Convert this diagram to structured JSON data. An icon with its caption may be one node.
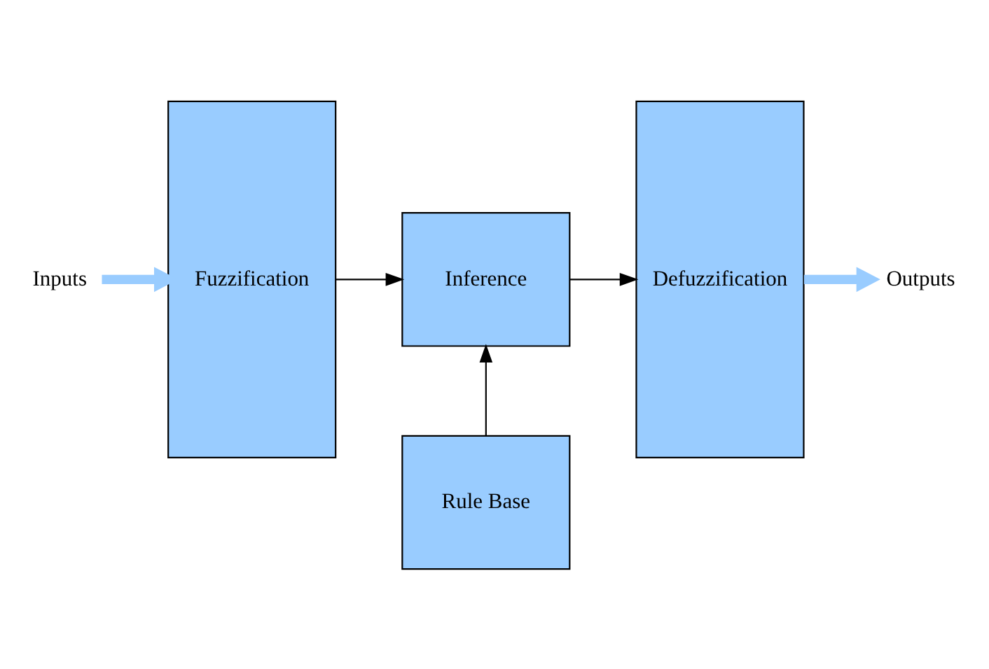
{
  "diagram": {
    "nodes": [
      {
        "text": [
          "Inputs"
        ]
      },
      {
        "text": [
          "Fuzzification"
        ]
      },
      {
        "text": [
          "Inference"
        ]
      },
      {
        "text": [
          "Defuzzification"
        ]
      },
      {
        "text": [
          "Rule Base"
        ]
      },
      {
        "text": [
          "Outputs"
        ]
      }
    ],
    "edges": [
      {
        "from": 0,
        "to": 1,
        "arrow": "to",
        "style": "thick",
        "color": "#99ccff"
      },
      {
        "from": 1,
        "to": 2,
        "arrow": "to"
      },
      {
        "from": 2,
        "to": 3,
        "arrow": "to"
      },
      {
        "from": 4,
        "to": 2,
        "arrow": "to"
      },
      {
        "from": 3,
        "to": 5,
        "arrow": "to",
        "style": "thick",
        "color": "#99ccff"
      }
    ]
  }
}
